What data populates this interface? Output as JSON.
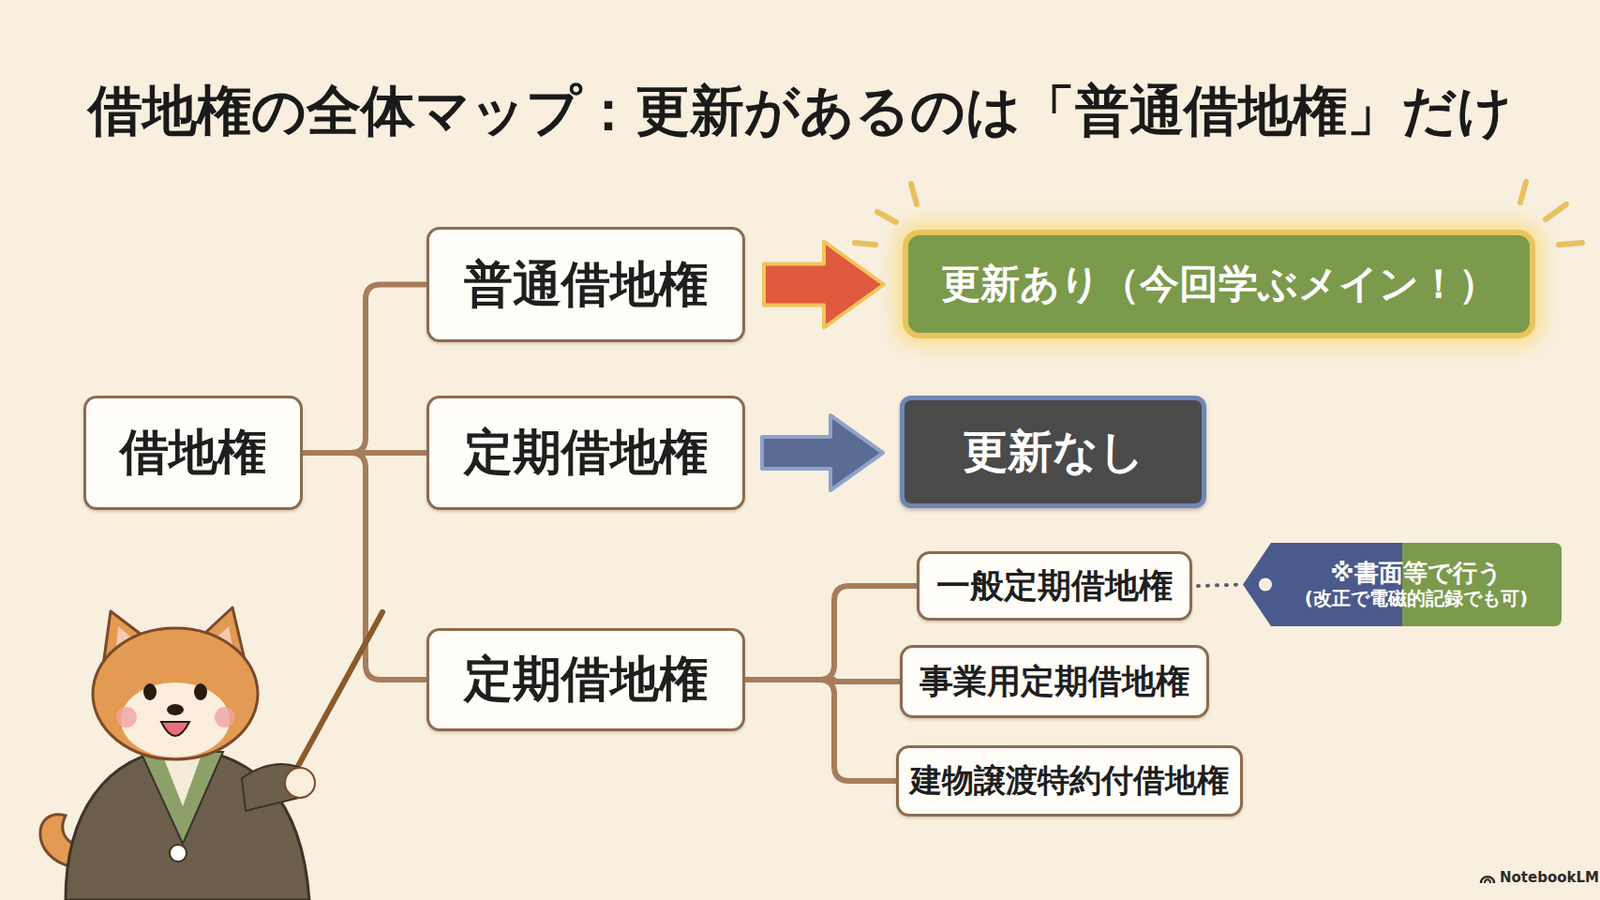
{
  "diagram": {
    "title": "借地権の全体マップ：更新があるのは「普通借地権」だけ",
    "nodes": [
      {
        "text": [
          "借地権"
        ]
      },
      {
        "text": [
          "普通借地権"
        ]
      },
      {
        "text": [
          "更新あり（今回学ぶメイン！）"
        ]
      },
      {
        "text": [
          "定期借地権"
        ]
      },
      {
        "text": [
          "更新なし"
        ]
      },
      {
        "text": [
          "定期借地権"
        ]
      },
      {
        "text": [
          "一般定期借地権"
        ]
      },
      {
        "text": [
          "※書面等で行う",
          "(改正で電磁的記録でも可)"
        ]
      },
      {
        "text": [
          "事業用定期借地権"
        ]
      },
      {
        "text": [
          "建物譲渡特約付借地権"
        ]
      }
    ],
    "edges": [
      {
        "from": 0,
        "to": 1,
        "arrow": "none"
      },
      {
        "from": 0,
        "to": 3,
        "arrow": "none"
      },
      {
        "from": 0,
        "to": 5,
        "arrow": "none"
      },
      {
        "from": 1,
        "to": 2,
        "arrow": "to"
      },
      {
        "from": 3,
        "to": 4,
        "arrow": "to"
      },
      {
        "from": 5,
        "to": 6,
        "arrow": "none"
      },
      {
        "from": 5,
        "to": 8,
        "arrow": "none"
      },
      {
        "from": 5,
        "to": 9,
        "arrow": "none"
      },
      {
        "from": 6,
        "to": 7,
        "arrow": "none"
      }
    ],
    "labels": [
      "NotebookLM"
    ]
  }
}
